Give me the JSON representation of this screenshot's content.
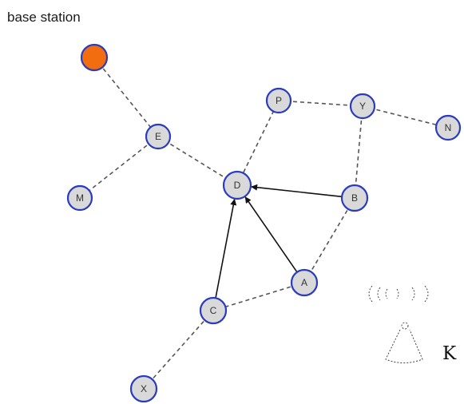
{
  "title": "base station",
  "k_label": "K",
  "colors": {
    "node_fill": "#d9d9d9",
    "node_stroke": "#2b3bbf",
    "base_fill": "#f26d0f",
    "edge_dashed": "#555555",
    "edge_arrow": "#111111"
  },
  "nodes": [
    {
      "id": "base",
      "label": ""
    },
    {
      "id": "E",
      "label": "E"
    },
    {
      "id": "M",
      "label": "M"
    },
    {
      "id": "P",
      "label": "P"
    },
    {
      "id": "Y",
      "label": "Y"
    },
    {
      "id": "N",
      "label": "N"
    },
    {
      "id": "D",
      "label": "D"
    },
    {
      "id": "B",
      "label": "B"
    },
    {
      "id": "A",
      "label": "A"
    },
    {
      "id": "C",
      "label": "C"
    },
    {
      "id": "X",
      "label": "X"
    }
  ],
  "dashed_edges": [
    [
      "base",
      "E"
    ],
    [
      "E",
      "M"
    ],
    [
      "E",
      "D"
    ],
    [
      "D",
      "P"
    ],
    [
      "P",
      "Y"
    ],
    [
      "Y",
      "N"
    ],
    [
      "Y",
      "B"
    ],
    [
      "B",
      "A"
    ],
    [
      "A",
      "C"
    ],
    [
      "C",
      "X"
    ]
  ],
  "arrow_edges": [
    [
      "B",
      "D"
    ],
    [
      "A",
      "D"
    ],
    [
      "C",
      "D"
    ]
  ],
  "icons": {
    "signal": "wireless-signal-icon",
    "antenna": "radio-tower-icon"
  }
}
